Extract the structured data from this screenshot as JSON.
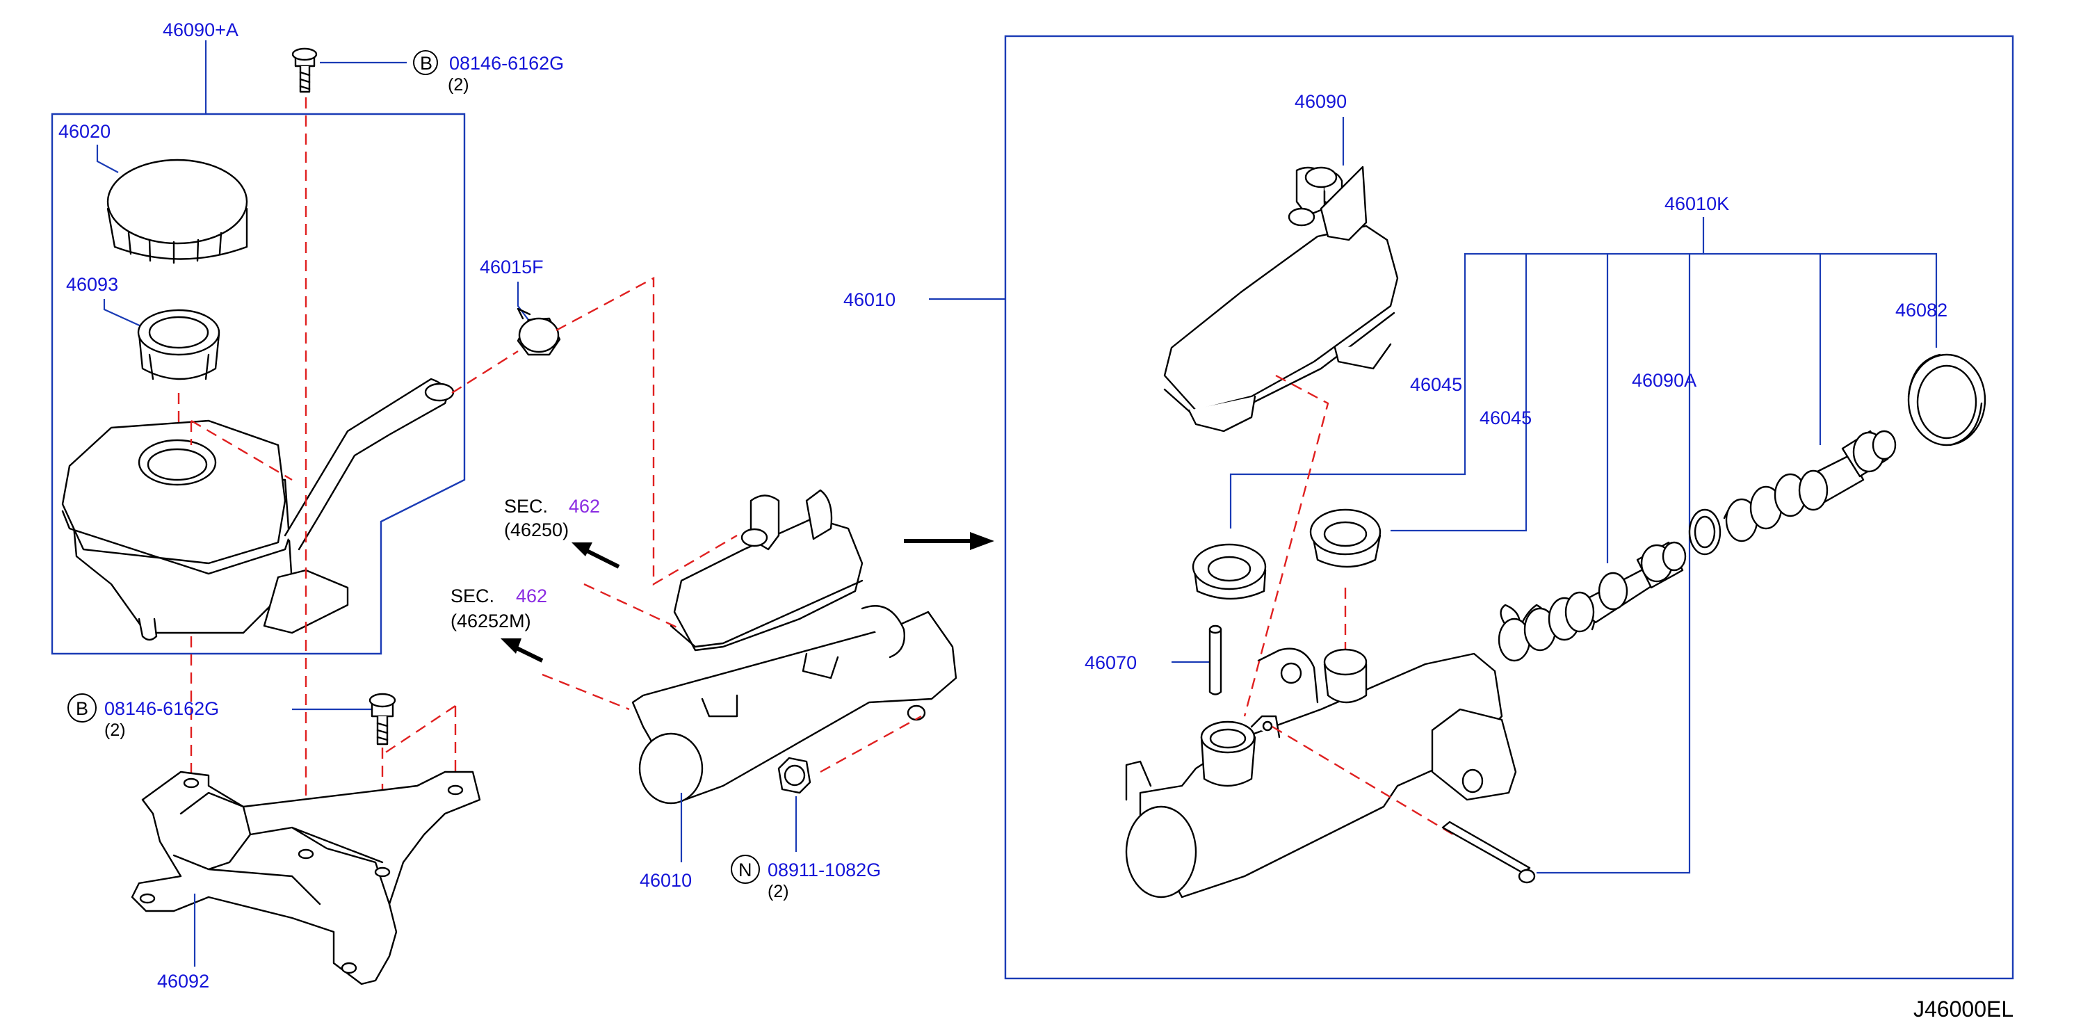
{
  "diagram_code": "J46000EL",
  "parts": {
    "reservoir_assy": "46090+A",
    "cap": "46020",
    "strainer": "46093",
    "clamp": "46015F",
    "master_cyl_left": "46010",
    "bracket": "46092",
    "master_cyl_frame": "46010",
    "reservoir_tank": "46090",
    "repair_kit": "46010K",
    "grommet_a": "46045",
    "grommet_b": "46045",
    "piston_kit": "46090A",
    "boot": "46082",
    "pin": "46070"
  },
  "fasteners": {
    "bolt_top": {
      "prefix": "B",
      "number": "08146-6162G",
      "qty": "(2)"
    },
    "bolt_mid": {
      "prefix": "B",
      "number": "08146-6162G",
      "qty": "(2)"
    },
    "nut": {
      "prefix": "N",
      "number": "08911-1082G",
      "qty": "(2)"
    }
  },
  "section_refs": [
    {
      "sec": "SEC.",
      "num": "462",
      "sub": "(46250)"
    },
    {
      "sec": "SEC.",
      "num": "462",
      "sub": "(46252M)"
    }
  ],
  "colors": {
    "label": "#1515d8",
    "leader": "#1a3bb5",
    "dashed": "#e02020",
    "section_num": "#8a2be2"
  }
}
